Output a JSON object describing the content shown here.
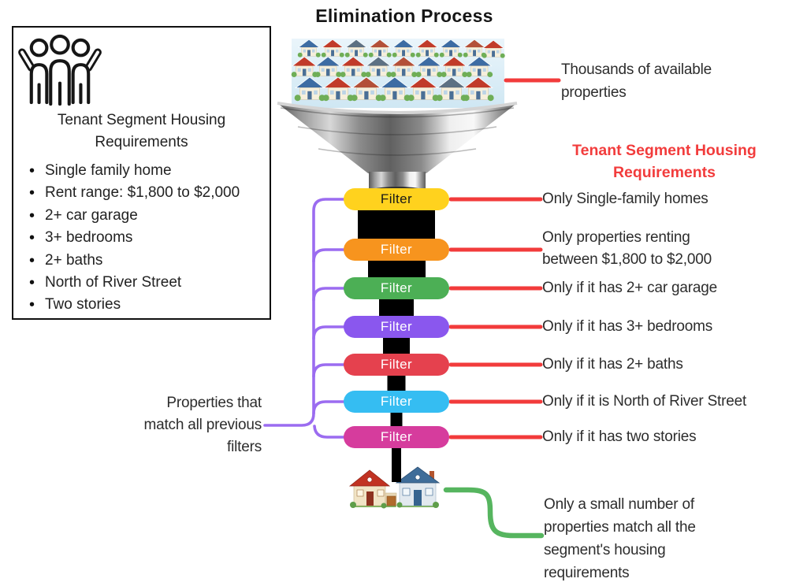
{
  "title": "Elimination Process",
  "requirements_box": {
    "title": "Tenant Segment Housing Requirements",
    "items": [
      "Single family home",
      "Rent range: $1,800 to $2,000",
      "2+ car garage",
      "3+ bedrooms",
      "2+ baths",
      "North of River Street",
      "Two stories"
    ]
  },
  "annotations": {
    "top": "Thousands of available properties",
    "right_heading": "Tenant Segment Housing Requirements",
    "left_note": "Properties that match all previous filters",
    "bottom_note": "Only a small number of properties match all the segment's housing requirements"
  },
  "filters": [
    {
      "label": "Filter",
      "color": "#FFD21E",
      "description": "Only Single-family homes"
    },
    {
      "label": "Filter",
      "color": "#F7941E",
      "description": "Only properties renting between $1,800 to $2,000"
    },
    {
      "label": "Filter",
      "color": "#4CAF55",
      "description": "Only if it has 2+ car garage"
    },
    {
      "label": "Filter",
      "color": "#8A57EE",
      "description": "Only if it has 3+ bedrooms"
    },
    {
      "label": "Filter",
      "color": "#E5414E",
      "description": "Only if it has 2+ baths"
    },
    {
      "label": "Filter",
      "color": "#35BDF2",
      "description": "Only if it is North of River Street"
    },
    {
      "label": "Filter",
      "color": "#D63C9D",
      "description": "Only if it has two stories"
    }
  ],
  "colors": {
    "heading_red": "#F23C3C",
    "connector_red": "#F23B3B",
    "connector_purple": "#9B6CF0",
    "connector_green": "#56B55F",
    "column_black": "#000000"
  }
}
